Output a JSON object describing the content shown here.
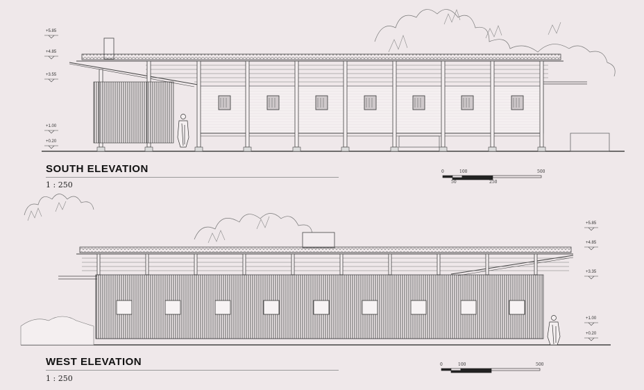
{
  "south": {
    "title": "SOUTH ELEVATION",
    "scale": "1 : 250",
    "levels": [
      "+5.85",
      "+4.85",
      "+3.55",
      "+1.00",
      "+0.20"
    ],
    "scalebar": {
      "top": [
        "0",
        "100",
        "500"
      ],
      "bottom": [
        "50",
        "250"
      ]
    }
  },
  "west": {
    "title": "WEST ELEVATION",
    "scale": "1 : 250",
    "levels": [
      "+5.85",
      "+4.85",
      "+3.35",
      "+1.00",
      "+0.20"
    ],
    "scalebar": {
      "top": [
        "0",
        "100",
        "500"
      ]
    }
  },
  "colors": {
    "background": "#efe8ea",
    "line": "#555555"
  }
}
